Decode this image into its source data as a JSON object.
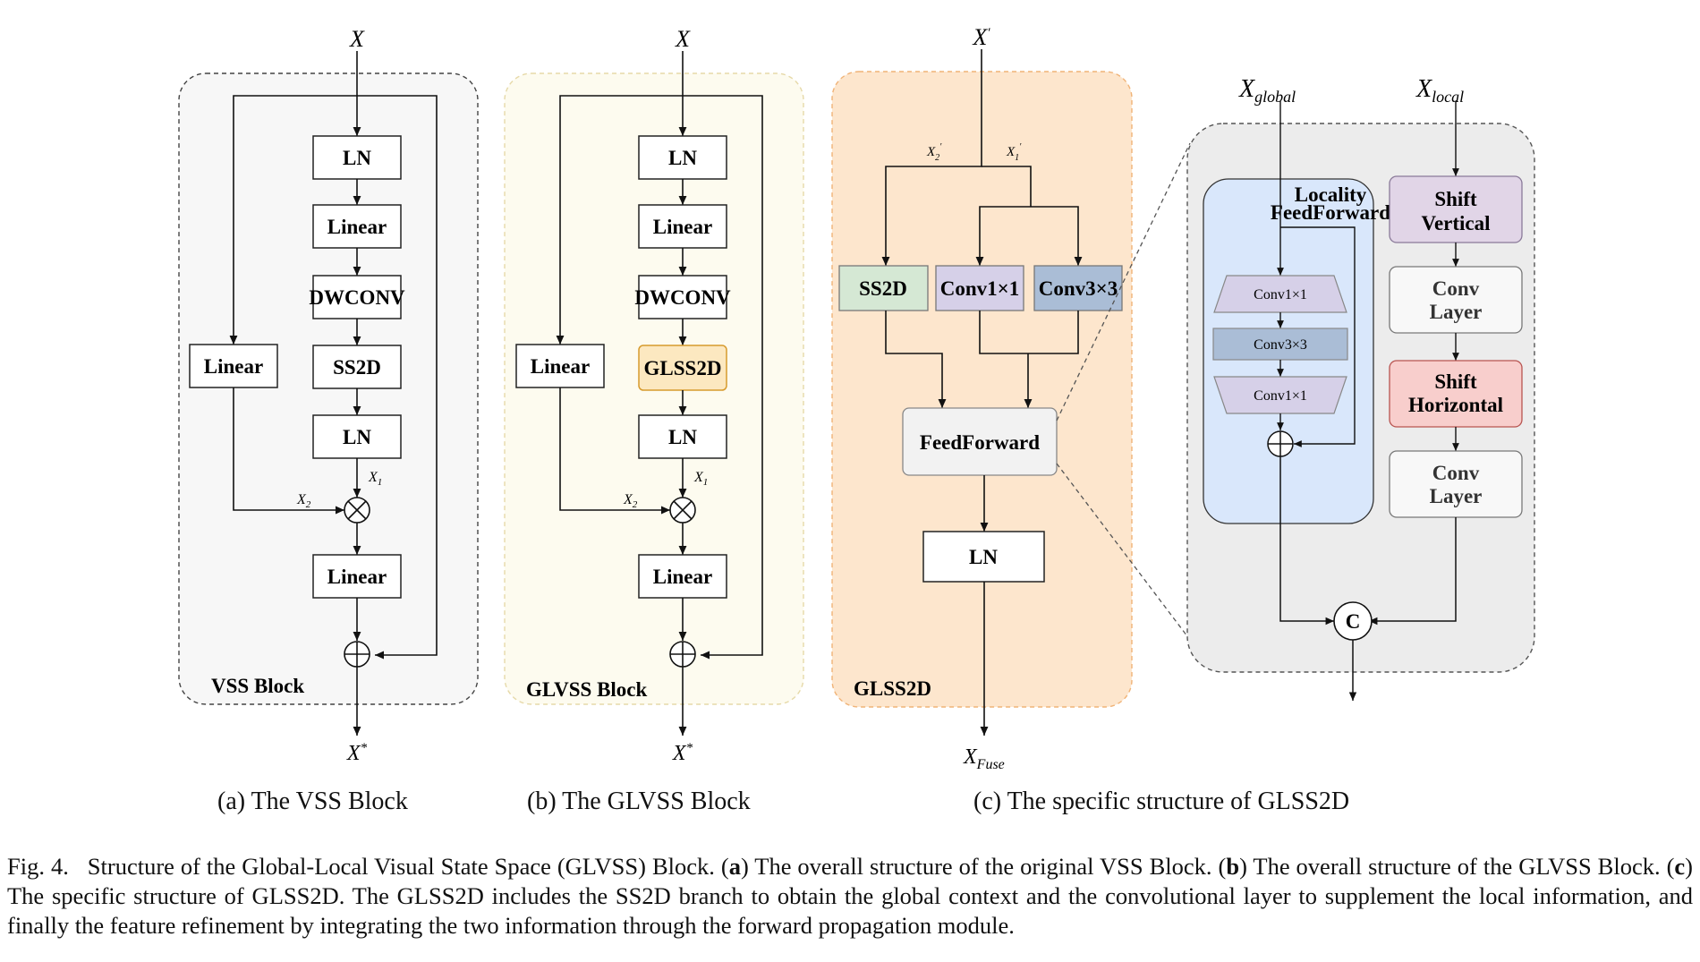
{
  "vss": {
    "title": "VSS Block",
    "input": "X",
    "output": "X*",
    "ln1": "LN",
    "linear1": "Linear",
    "dwconv": "DWCONV",
    "ss2d": "SS2D",
    "ln2": "LN",
    "linear_side": "Linear",
    "linear_out": "Linear",
    "x1": "X1",
    "x2": "X2"
  },
  "glvss": {
    "title": "GLVSS Block",
    "input": "X",
    "output": "X*",
    "ln1": "LN",
    "linear1": "Linear",
    "dwconv": "DWCONV",
    "glss2d": "GLSS2D",
    "ln2": "LN",
    "linear_side": "Linear",
    "linear_out": "Linear",
    "x1": "X1",
    "x2": "X2"
  },
  "glss2d": {
    "title": "GLSS2D",
    "input": "X'",
    "x2p": "X'2",
    "x1p": "X'1",
    "ss2d": "SS2D",
    "conv1": "Conv1×1",
    "conv3": "Conv3×3",
    "feedforward": "FeedForward",
    "ln": "LN",
    "output": "XFuse"
  },
  "detail": {
    "x_global": "Xglobal",
    "x_local": "Xlocal",
    "locality_line1": "Locality",
    "locality_line2": "FeedForward",
    "conv1a": "Conv1×1",
    "conv3": "Conv3×3",
    "conv1b": "Conv1×1",
    "shift_v1": "Shift",
    "shift_v2": "Vertical",
    "conv_layer1a": "Conv",
    "conv_layer1b": "Layer",
    "shift_h1": "Shift",
    "shift_h2": "Horizontal",
    "conv_layer2a": "Conv",
    "conv_layer2b": "Layer",
    "concat": "C"
  },
  "subcaptions": {
    "a": "(a) The VSS Block",
    "b": "(b) The GLVSS Block",
    "c": "(c) The specific structure of GLSS2D"
  },
  "caption": {
    "fig_label": "Fig. 4.",
    "part1": "Structure of the Global-Local Visual State Space (GLVSS) Block. (",
    "a": "a",
    "part2": ") The overall structure of the original VSS Block. (",
    "b": "b",
    "part3": ") The overall structure of the GLVSS Block. (",
    "c": "c",
    "part4": ") The specific structure of GLSS2D. The GLSS2D includes the SS2D branch to obtain the global context and the convolutional layer to supplement the local information, and finally the feature refinement by integrating the two information through the forward propagation module."
  },
  "colors": {
    "vss_bg": "#f7f7f7",
    "glvss_bg": "#fdfbef",
    "glss2d_bg": "#fde6cd",
    "detail_bg": "#ececec",
    "locality_bg": "#d9e7fb",
    "ss2d_green": "#d5e8d4",
    "conv_purple": "#d6d0e8",
    "conv_blue": "#aabdd6",
    "glss2d_box": "#fce8c0",
    "glss2d_box_border": "#d79b2d",
    "shift_v": "#e1d5e7",
    "shift_h": "#f8cecc",
    "feedforward": "#f2f2f2"
  }
}
